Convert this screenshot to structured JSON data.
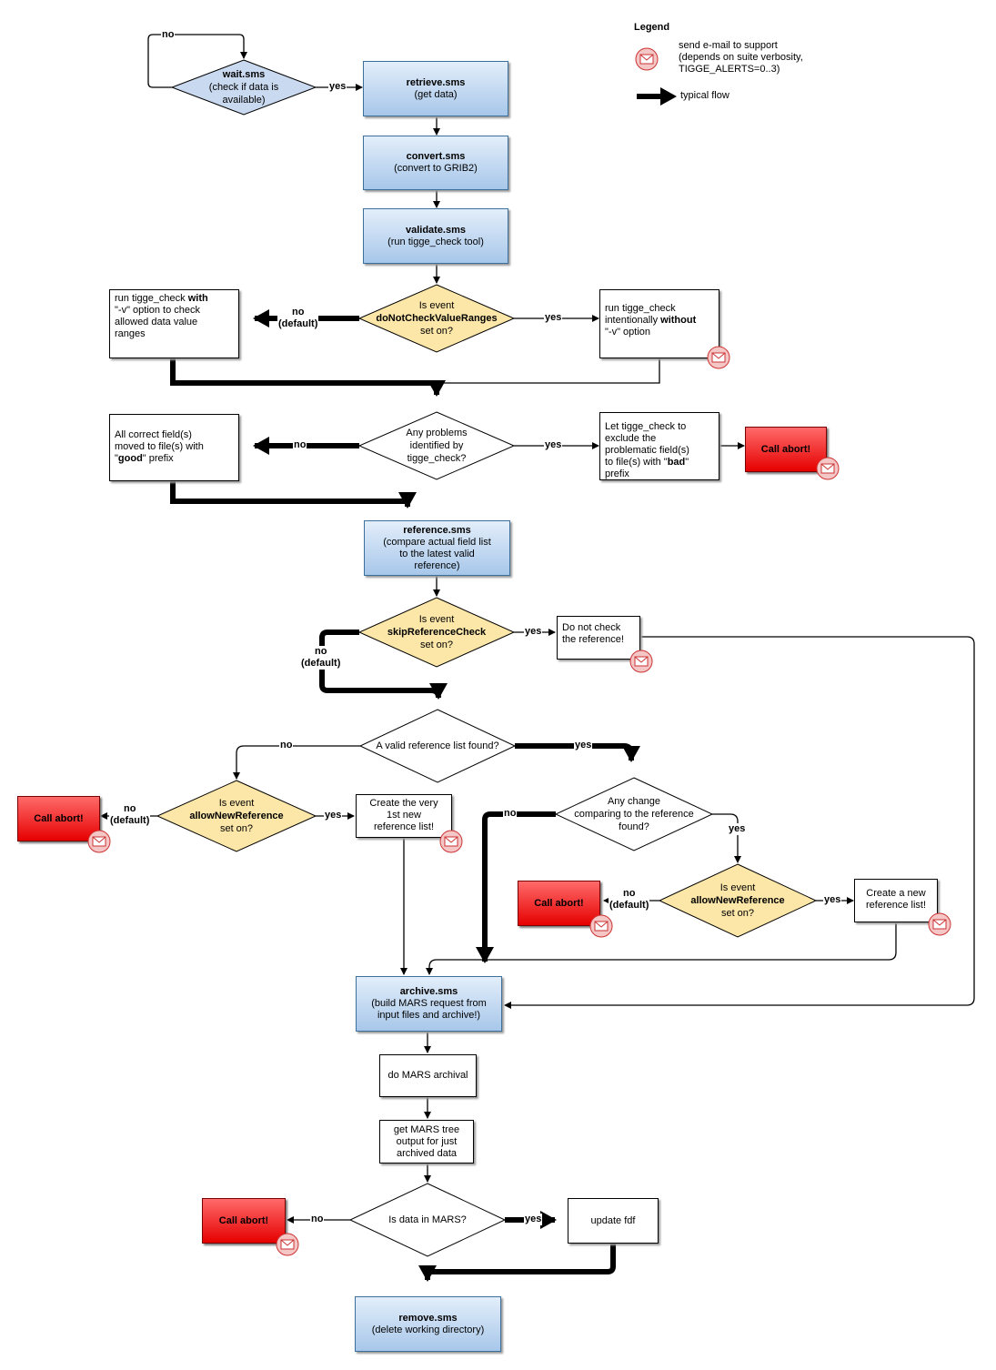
{
  "legend": {
    "title": "Legend",
    "mail_text": [
      "send e-mail to support",
      "(depends on suite verbosity,",
      "TIGGE_ALERTS=0..3)"
    ],
    "flow_text": "typical flow"
  },
  "colors": {
    "process_top": "#e3eefa",
    "process_bottom": "#a7c7ea",
    "decision_blue": "#c9d9ef",
    "decision_yellow": "#fce7a8",
    "abort": "#e60000",
    "mail": "#f5c6c6"
  },
  "nodes": {
    "wait": {
      "title": "wait.sms",
      "sub": [
        "(check if data is",
        "available)"
      ]
    },
    "retrieve": {
      "title": "retrieve.sms",
      "sub": [
        "(get data)"
      ]
    },
    "convert": {
      "title": "convert.sms",
      "sub": [
        "(convert to GRIB2)"
      ]
    },
    "validate": {
      "title": "validate.sms",
      "sub": [
        "(run tigge_check tool)"
      ]
    },
    "d_noCheck": {
      "l1": "Is event",
      "l2": "doNotCheckValueRanges",
      "l3": "set on?"
    },
    "run_with": {
      "l1a": "run tigge_check ",
      "l1b": "with",
      "l2": "\"-v\" option to check",
      "l3": "allowed data value",
      "l4": "ranges"
    },
    "run_without": {
      "l1": "run tigge_check",
      "l2a": "intentionally ",
      "l2b": "without",
      "l3": "\"-v\" option"
    },
    "d_problems": {
      "l1": "Any problems",
      "l2": "identified by",
      "l3": "tigge_check?"
    },
    "good_box": {
      "l1": "All correct field(s)",
      "l2": "moved to file(s) with",
      "l3a": "\"",
      "l3b": "good",
      "l3c": "\" prefix"
    },
    "bad_box": {
      "l1": "Let tigge_check to",
      "l2": "exclude the",
      "l3": "problematic field(s)",
      "l4a": "to file(s) with \"",
      "l4b": "bad",
      "l4c": "\"",
      "l5": "prefix"
    },
    "abort1": "Call abort!",
    "reference": {
      "title": "reference.sms",
      "sub": [
        "(compare actual field list",
        "to the latest valid",
        "reference)"
      ]
    },
    "d_skip": {
      "l1": "Is event",
      "l2": "skipReferenceCheck",
      "l3": "set on?"
    },
    "dont_check": {
      "l1": "Do not check",
      "l2": "the reference!"
    },
    "d_valid": {
      "l1": "A valid reference list found?"
    },
    "d_allow1": {
      "l1": "Is event",
      "l2": "allowNewReference",
      "l3": "set on?"
    },
    "abort2": "Call abort!",
    "create_first": {
      "l1": "Create the very",
      "l2": "1st new",
      "l3": "reference list!"
    },
    "d_change": {
      "l1": "Any change",
      "l2": "comparing to the reference",
      "l3": "found?"
    },
    "d_allow2": {
      "l1": "Is event",
      "l2": "allowNewReference",
      "l3": "set on?"
    },
    "abort3": "Call abort!",
    "create_new": {
      "l1": "Create a new",
      "l2": "reference list!"
    },
    "archive": {
      "title": "archive.sms",
      "sub": [
        "(build MARS request from",
        "input files and archive!)"
      ]
    },
    "mars_archival": "do MARS archival",
    "mars_tree": [
      "get MARS tree",
      "output for just",
      "archived data"
    ],
    "d_inmars": {
      "l1": "Is data in MARS?"
    },
    "abort4": "Call abort!",
    "update_fdf": "update fdf",
    "remove": {
      "title": "remove.sms",
      "sub": [
        "(delete working directory)"
      ]
    }
  },
  "edges": {
    "no": "no",
    "yes": "yes",
    "default": "(default)"
  }
}
